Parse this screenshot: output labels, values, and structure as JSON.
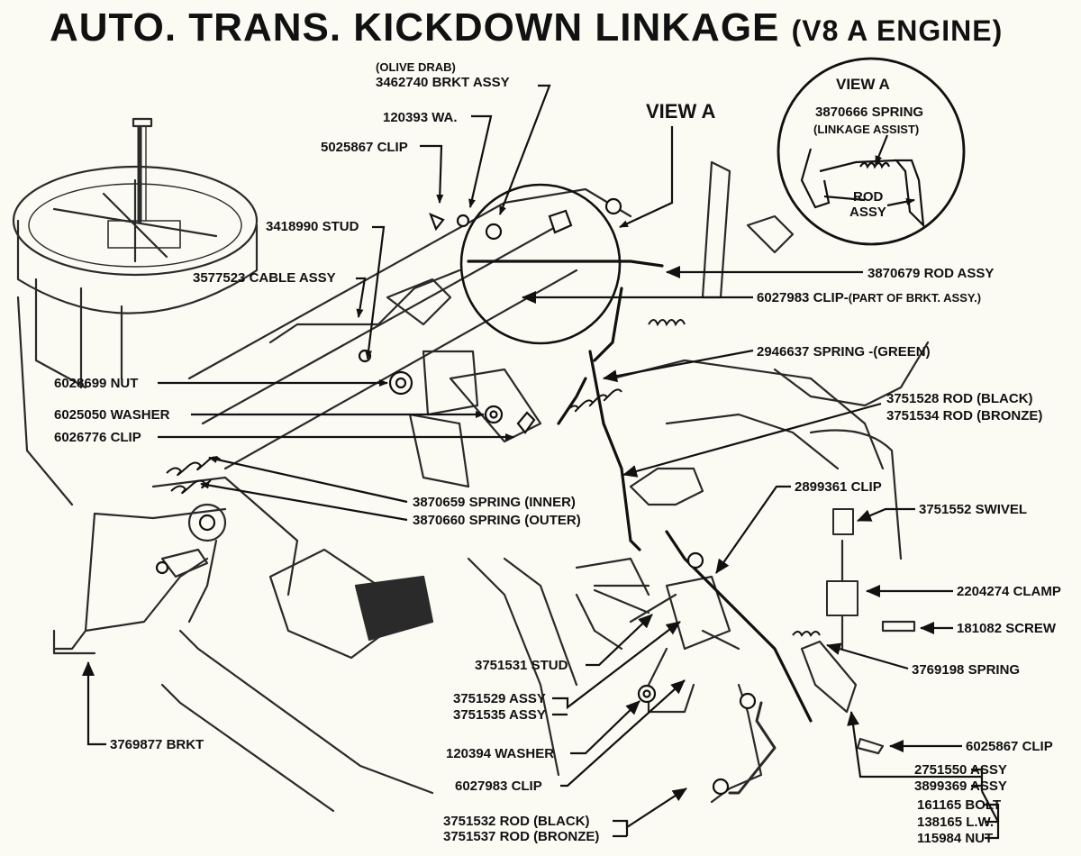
{
  "title": {
    "main": "AUTO.  TRANS.  KICKDOWN  LINKAGE",
    "engine": "(V8  A ENGINE)"
  },
  "view_a": {
    "heading_main": "VIEW  A",
    "inset_heading": "VIEW  A",
    "spring": "3870666  SPRING",
    "spring_note": "(LINKAGE ASSIST)",
    "rod": "ROD",
    "assy": "ASSY"
  },
  "labels": {
    "olive_drab": "(OLIVE DRAB)",
    "brkt_assy": "3462740  BRKT ASSY",
    "wa": "120393  WA.",
    "clip_5025867": "5025867  CLIP",
    "stud_3418990": "3418990  STUD",
    "cable_assy": "3577523  CABLE ASSY",
    "nut_6028699": "6028699  NUT",
    "washer_6025050": "6025050  WASHER",
    "clip_6026776": "6026776  CLIP",
    "rod_assy_3870679": "3870679  ROD ASSY",
    "clip_6027983_main": "6027983  CLIP-",
    "clip_6027983_note": "(PART OF BRKT. ASSY.)",
    "spring_2946637": "2946637  SPRING -(GREEN)",
    "rod_black_3751528": "3751528  ROD (BLACK)",
    "rod_bronze_3751534": "3751534  ROD (BRONZE)",
    "spring_inner": "3870659  SPRING (INNER)",
    "spring_outer": "3870660  SPRING (OUTER)",
    "clip_2899361": "2899361  CLIP",
    "swivel": "3751552  SWIVEL",
    "clamp": "2204274  CLAMP",
    "screw": "181082  SCREW",
    "spring_3769198": "3769198  SPRING",
    "stud_3751531": "3751531  STUD",
    "assy_3751529": "3751529  ASSY",
    "assy_3751535": "3751535  ASSY",
    "washer_120394": "120394  WASHER",
    "clip_6027983_low": "6027983  CLIP",
    "rod_black_3751532": "3751532  ROD (BLACK)",
    "rod_bronze_3751537": "3751537  ROD (BRONZE)",
    "brkt_3769877": "3769877  BRKT",
    "clip_6025867": "6025867  CLIP",
    "assy_2751550": "2751550  ASSY",
    "assy_3899369": "3899369  ASSY",
    "bolt_161165": "161165  BOLT",
    "lw_138165": "138165  L.W.",
    "nut_115984": "115984  NUT"
  }
}
